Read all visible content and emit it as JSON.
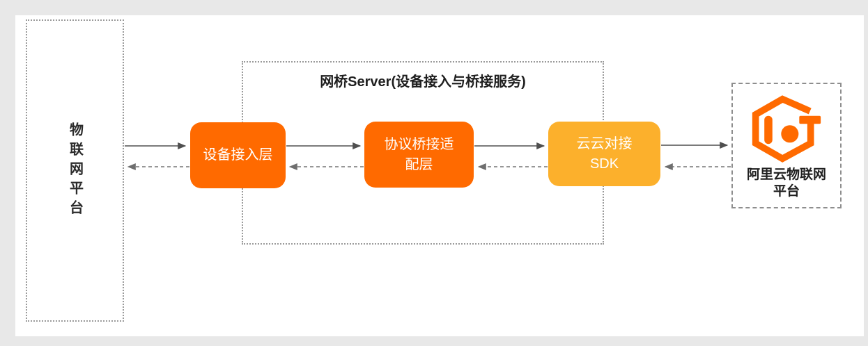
{
  "left_platform": {
    "label": "物联网平台"
  },
  "bridge": {
    "title": "网桥Server(设备接入与桥接服务)",
    "nodes": [
      {
        "lines": [
          "设备接入层"
        ],
        "color": "#FF6A00"
      },
      {
        "lines": [
          "协议桥接适",
          "配层"
        ],
        "color": "#FF6A00"
      },
      {
        "lines": [
          "云云对接",
          "SDK"
        ],
        "color": "#FCB02C"
      }
    ]
  },
  "aliyun": {
    "logo_icon": "aliyun-iot-hexagon-logo",
    "lines": [
      "阿里云物联网",
      "平台"
    ]
  },
  "colors": {
    "node_orange": "#FF6A00",
    "node_amber": "#FCB02C",
    "logo_orange": "#FF6A00",
    "text_dark": "#1f1f1f",
    "arrow_solid": "#4f4f4f",
    "arrow_dashed": "#757575",
    "dashed_border": "#9a9a9a",
    "page_background": "#e8e8e8",
    "card_background": "#ffffff"
  }
}
